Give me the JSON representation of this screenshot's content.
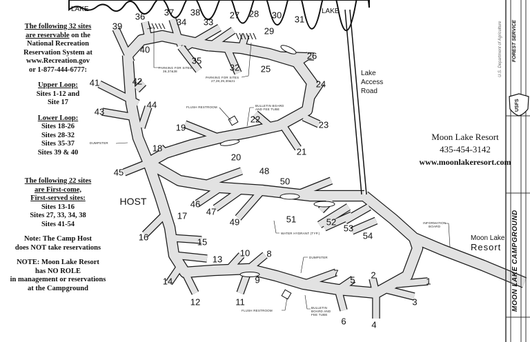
{
  "map": {
    "lake_labels": [
      "LAKE",
      "LAKE"
    ],
    "road_label": [
      "Lake",
      "Access",
      "Road"
    ],
    "host_label": "HOST",
    "facilities": {
      "parking_36": [
        "PARKING FOR SITES",
        "36,37&38"
      ],
      "parking_27": [
        "PARKING FOR SITES",
        "27,28,29,30&31"
      ],
      "flush_restroom_upper": "FLUSH RESTROOM",
      "bulletin_upper": [
        "BULLETIN BOARD",
        "AND FEE TUBE"
      ],
      "dumpster_west": "DUMPSTER",
      "water_hydrant": "WATER HYDRANT (TYP.)",
      "information_board": [
        "INFORMATION",
        "BOARD"
      ],
      "dumpster_south": "DUMPSTER",
      "flush_restroom_lower": "FLUSH RESTROOM",
      "bulletin_lower": [
        "BULLETIN",
        "BOARD AND",
        "FEE TUBE"
      ]
    },
    "sites": [
      "1",
      "2",
      "3",
      "4",
      "5",
      "6",
      "7",
      "8",
      "9",
      "10",
      "11",
      "12",
      "13",
      "14",
      "15",
      "16",
      "17",
      "18",
      "19",
      "20",
      "21",
      "22",
      "23",
      "24",
      "25",
      "26",
      "27",
      "28",
      "29",
      "30",
      "31",
      "32",
      "33",
      "34",
      "35",
      "36",
      "37",
      "38",
      "39",
      "40",
      "41",
      "42",
      "43",
      "44",
      "45",
      "46",
      "47",
      "48",
      "49",
      "50",
      "51",
      "52",
      "53",
      "54"
    ],
    "destination": [
      "Moon Lake",
      "Resort"
    ],
    "colors": {
      "road_fill": "#e2e2e2",
      "road_edge": "#1a1a1a"
    }
  },
  "info": {
    "reservable_heading": [
      "The following 32 sites",
      "are reservable"
    ],
    "reservable_text": [
      " on the",
      "National Recreation",
      "Reservation System at",
      "www.Recreation.gov",
      "or 1-877-444-6777:"
    ],
    "upper_loop_heading": "Upper Loop:",
    "upper_loop_lines": [
      "Sites 1-12 and",
      "Site 17"
    ],
    "lower_loop_heading": "Lower Loop:",
    "lower_loop_lines": [
      "Sites 18-26",
      "Sites 28-32",
      "Sites 35-37",
      "Sites 39 & 40"
    ],
    "fcfs_heading": [
      "The following 22 sites",
      "are First-come,",
      "First-served sites:"
    ],
    "fcfs_lines": [
      "Sites 13-16",
      "Sites 27, 33, 34, 38",
      "Sites 41-54"
    ],
    "host_note": [
      "Note:  The Camp Host",
      "does NOT take reservations"
    ],
    "resort_note": [
      "NOTE:  Moon Lake Resort",
      "has NO ROLE",
      "in management or reservations",
      "at the Campground"
    ]
  },
  "resort": {
    "name": "Moon Lake Resort",
    "phone": "435-454-3142",
    "website": "www.moonlakeresort.com"
  },
  "title_block": {
    "agency_line": "U.S. Department of Agriculture",
    "agency": "FOREST SERVICE",
    "shield": "USFS",
    "title": "MOON LAKE CAMPGROUND"
  }
}
